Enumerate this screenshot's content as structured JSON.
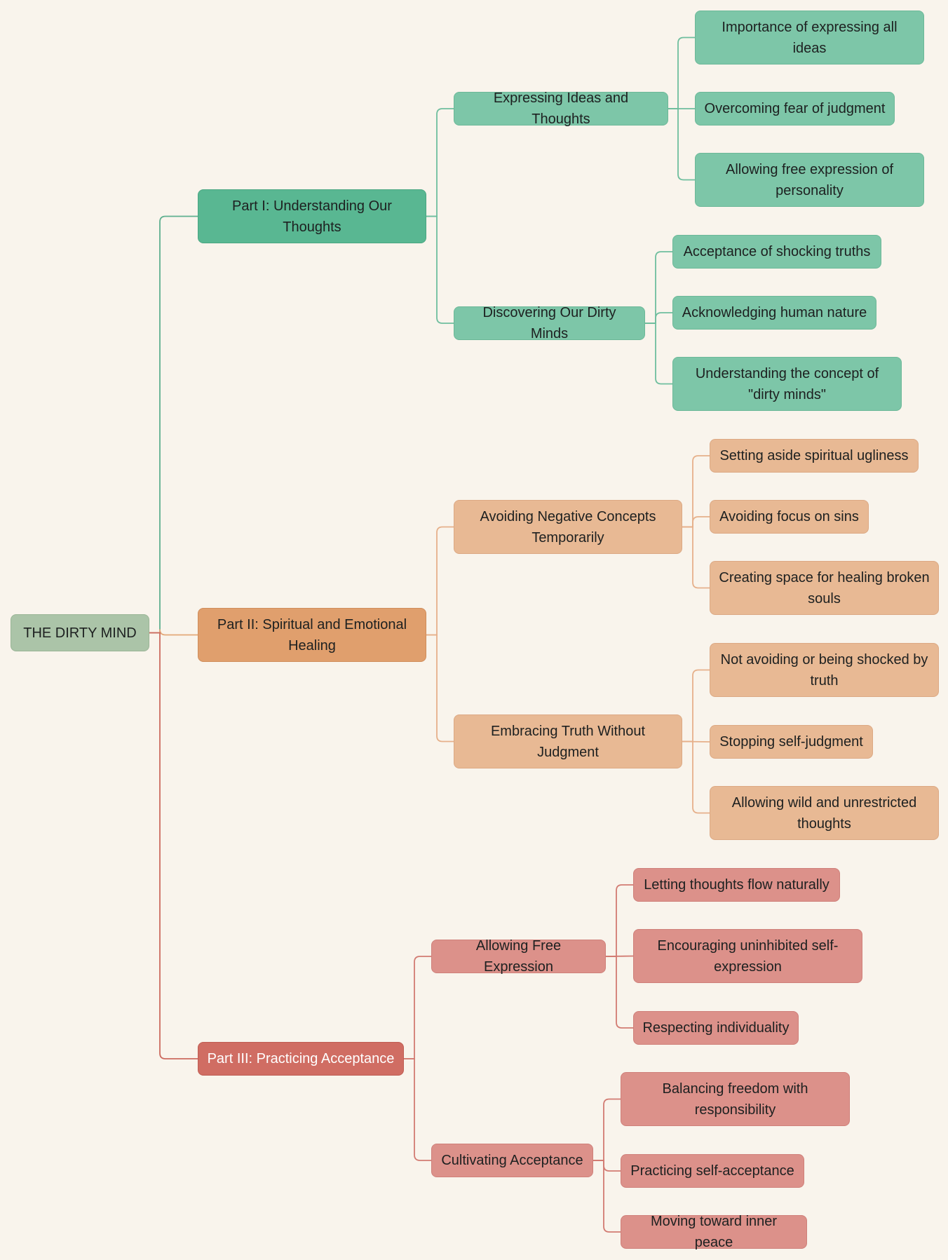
{
  "root": {
    "label": "THE DIRTY MIND",
    "color": "#abc4a8"
  },
  "branches": [
    {
      "label": "Part I: Understanding Our Thoughts",
      "color": "#59b792",
      "children": [
        {
          "label": "Expressing Ideas and Thoughts",
          "children": [
            "Importance of expressing all ideas",
            "Overcoming fear of judgment",
            "Allowing free expression of personality"
          ]
        },
        {
          "label": "Discovering Our Dirty Minds",
          "children": [
            "Acceptance of shocking truths",
            "Acknowledging human nature",
            "Understanding the concept of \"dirty minds\""
          ]
        }
      ]
    },
    {
      "label": "Part II: Spiritual and Emotional Healing",
      "color": "#e09f6d",
      "children": [
        {
          "label": "Avoiding Negative Concepts Temporarily",
          "children": [
            "Setting aside spiritual ugliness",
            "Avoiding focus on sins",
            "Creating space for healing broken souls"
          ]
        },
        {
          "label": "Embracing Truth Without Judgment",
          "children": [
            "Not avoiding or being shocked by truth",
            "Stopping self-judgment",
            "Allowing wild and unrestricted thoughts"
          ]
        }
      ]
    },
    {
      "label": "Part III: Practicing Acceptance",
      "color": "#d06d63",
      "children": [
        {
          "label": "Allowing Free Expression",
          "children": [
            "Letting thoughts flow naturally",
            "Encouraging uninhibited self-expression",
            "Respecting individuality"
          ]
        },
        {
          "label": "Cultivating Acceptance",
          "children": [
            "Balancing freedom with responsibility",
            "Practicing self-acceptance",
            "Moving toward inner peace"
          ]
        }
      ]
    }
  ]
}
